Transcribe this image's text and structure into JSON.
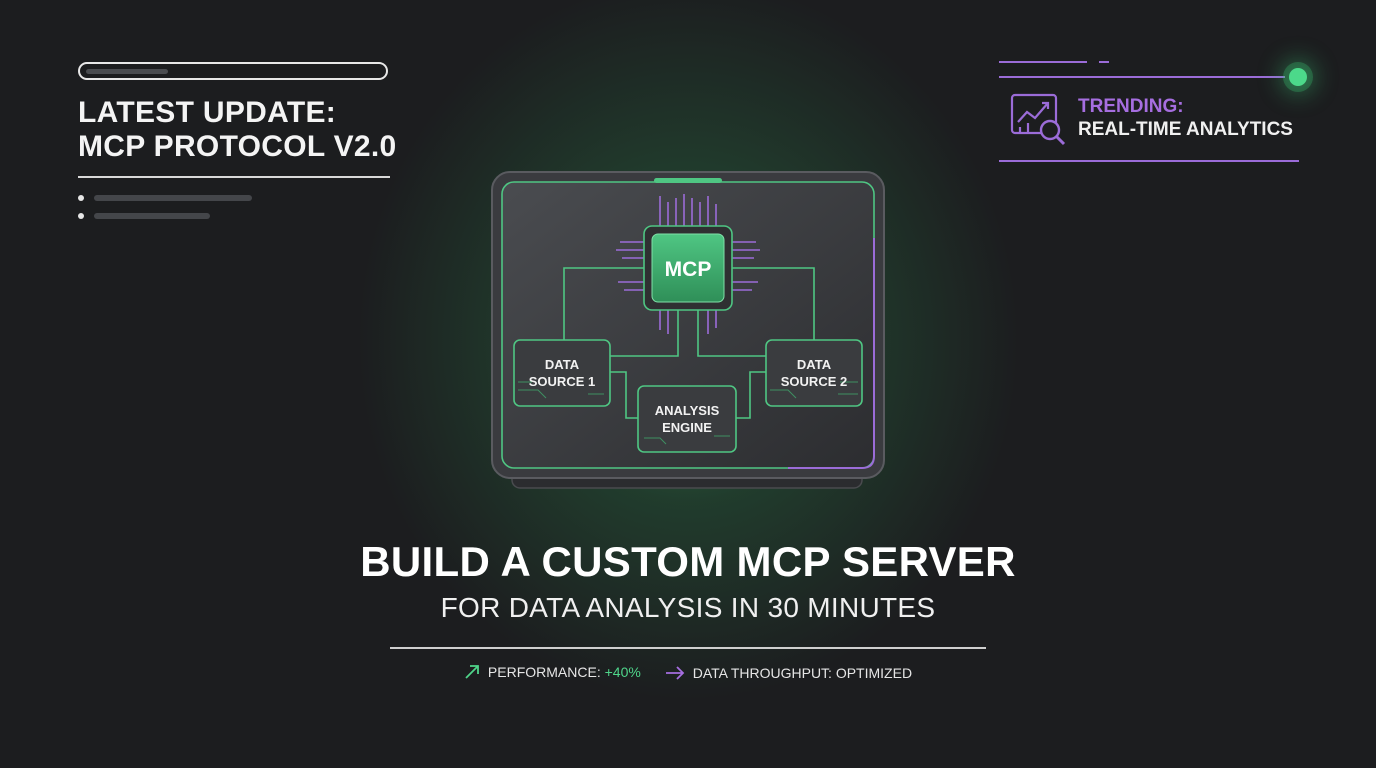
{
  "news": {
    "headline_line1": "LATEST UPDATE:",
    "headline_line2": "MCP PROTOCOL V2.0"
  },
  "trending": {
    "label": "TRENDING:",
    "topic": "REAL-TIME ANALYTICS",
    "icon": "chart-search-icon"
  },
  "diagram": {
    "core": "MCP",
    "source1_line1": "DATA",
    "source1_line2": "SOURCE 1",
    "source2_line1": "DATA",
    "source2_line2": "SOURCE 2",
    "engine_line1": "ANALYSIS",
    "engine_line2": "ENGINE"
  },
  "hero": {
    "title": "BUILD A CUSTOM MCP SERVER",
    "subtitle": "FOR DATA ANALYSIS IN 30 MINUTES"
  },
  "stats": {
    "performance_label": "PERFORMANCE:",
    "performance_value": "+40%",
    "throughput_label": "DATA THROUGHPUT: OPTIMIZED"
  },
  "colors": {
    "background": "#1c1d1f",
    "accent_green": "#4fd58a",
    "accent_purple": "#a66ee0"
  }
}
